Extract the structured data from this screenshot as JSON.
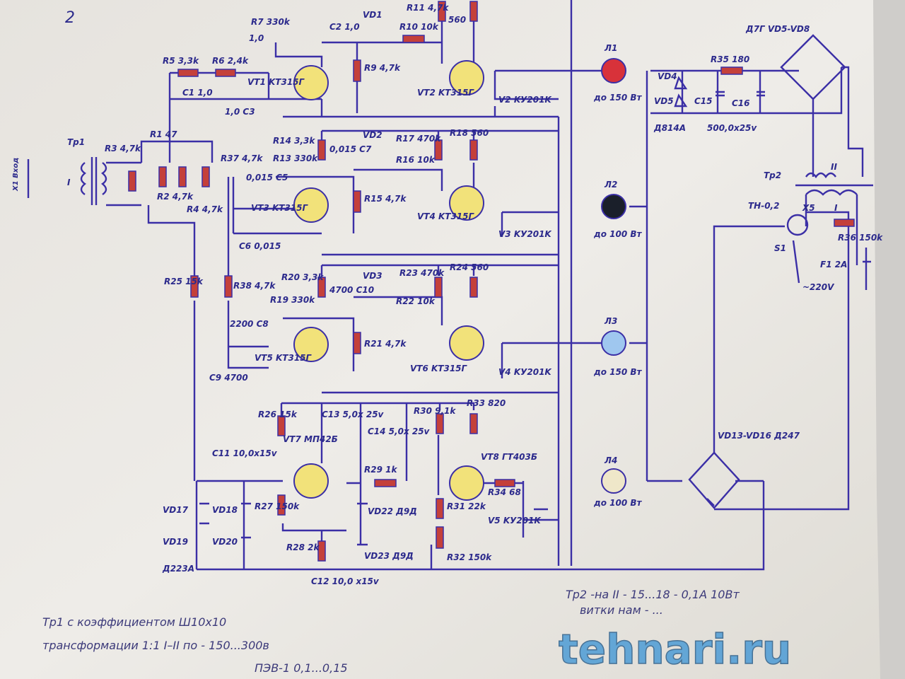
{
  "page_number": "2",
  "transformer1": {
    "name": "Tp1",
    "winding": "I",
    "input": "X1 Вход"
  },
  "stage1": {
    "r5": "R5 3,3k",
    "r6": "R6 2,4k",
    "r7": "R7 330k",
    "c2": "C2 1,0",
    "vd1": "VD1",
    "r10": "R10 10k",
    "r11": "R11 4,7k",
    "r8": "560",
    "c1": "C1 1,0",
    "c3": "1,0 C3",
    "vt1": "VT1 KT315Г",
    "vt2": "VT2 KT315Г",
    "r9": "R9 4,7k",
    "v2": "V2 KУ201K",
    "c_top": "1,0"
  },
  "stage2": {
    "r14": "R14 3,3k",
    "r13": "R13 330k",
    "c7": "0,015 C7",
    "vd2": "VD2",
    "r17": "R17 470k",
    "r16": "R16 10k",
    "r18": "R18 560",
    "c5": "0,015 C5",
    "vt3": "VT3 KT315Г",
    "vt4": "VT4 KT315Г",
    "r15": "R15 4,7k",
    "c6": "C6 0,015",
    "v3": "V3 KУ201K"
  },
  "stage3": {
    "r20": "R20 3,3k",
    "r19": "R19 330k",
    "c10": "4700 C10",
    "vd3": "VD3",
    "r23": "R23 470k",
    "r22": "R22 10k",
    "r24": "R24 560",
    "c8": "2200 C8",
    "c9": "C9 4700",
    "vt5": "VT5 KT315Г",
    "vt6": "VT6 KT315Г",
    "r21": "R21 4,7k",
    "v4": "V4 KУ201K"
  },
  "input_divider": {
    "r3": "R3 4,7k",
    "r1": "R1 47",
    "r2": "R2 4,7k",
    "r4": "R4 4,7k",
    "r37": "R37 4,7k",
    "r25": "R25 15k",
    "r38": "R38 4,7k"
  },
  "stage4": {
    "r26": "R26 15k",
    "c11": "C11 10,0x15v",
    "vt7": "VT7 MП42Б",
    "r27": "R27 150k",
    "r28": "R28 2k",
    "c12": "C12 10,0 x15v",
    "c13": "C13 5,0x 25v",
    "c14": "C14 5,0x 25v",
    "r29": "R29 1k",
    "vd22": "VD22 Д9Д",
    "vd23": "VD23 Д9Д",
    "r30": "R30 9,1k",
    "r33": "R33 820",
    "vt8": "VT8 ГТ403Б",
    "r34": "R34 68",
    "r31": "R31 22k",
    "r32": "R32 150k",
    "v5": "V5 KУ201K",
    "vd17": "VD17",
    "vd18": "VD18",
    "vd19": "VD19",
    "vd20": "VD20",
    "d223": "Д223A"
  },
  "lamps": [
    {
      "name": "Л1",
      "power": "до 150 Вт",
      "color": "#d8323a"
    },
    {
      "name": "Л2",
      "power": "до 100 Вт",
      "color": "#1a1f2a"
    },
    {
      "name": "Л3",
      "power": "до 150 Вт",
      "color": "#9fc7ef"
    },
    {
      "name": "Л4",
      "power": "до 100 Вт",
      "color": "#efe7c9"
    }
  ],
  "power_supply": {
    "bridge_top": "Д7Г VD5-VD8",
    "r35": "R35 180",
    "vd4": "VD4",
    "vd5": "VD5",
    "d814": "Д814A",
    "c15": "C15",
    "c16": "C16",
    "caps": "500,0x25v",
    "tr2": "Tp2",
    "tn": "TH-0,2",
    "x5": "X5",
    "r36": "R36 150k",
    "f1": "F1 2A",
    "s1": "S1",
    "mains": "~220V",
    "winding1": "I",
    "winding2": "II",
    "bridge_main": "VD13-VD16 Д247"
  },
  "notes": [
    "Tp1 с коэффициентом Ш10х10",
    "трансформации 1:1   I–II  по - 150...300в",
    "ПЭВ-1  0,1...0,15",
    "Тр2 -на II - 15...18 - 0,1А 10Вт",
    "витки нам - ..."
  ],
  "watermark": "tehnari.ru"
}
